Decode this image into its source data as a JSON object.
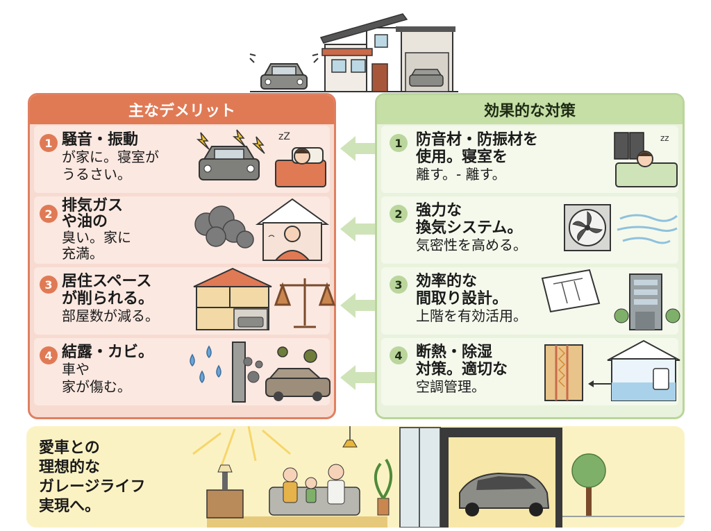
{
  "left_panel": {
    "title": "主なデメリット",
    "items": [
      {
        "num": "1",
        "line1": "騒音・振動",
        "line2": "が家に。寝室が",
        "line3": "うるさい。",
        "line4": ""
      },
      {
        "num": "2",
        "line1": "排気ガス",
        "line2": "や油の",
        "line3": "臭い。家に",
        "line4": "充満。"
      },
      {
        "num": "3",
        "line1": "居住スペース",
        "line2": "が削られる。",
        "line3": "部屋数が減る。",
        "line4": ""
      },
      {
        "num": "4",
        "line1": "結露・カビ。",
        "line2": "車や",
        "line3": "家が傷む。",
        "line4": ""
      }
    ]
  },
  "right_panel": {
    "title": "効果的な対策",
    "items": [
      {
        "num": "1",
        "line1": "防音材・防振材を",
        "line2": "使用。寝室を",
        "line3": "離す。- 離す。"
      },
      {
        "num": "2",
        "line1": "強力な",
        "line2": "換気システム。",
        "line3": "気密性を高める。"
      },
      {
        "num": "3",
        "line1": "効率的な",
        "line2": "間取り設計。",
        "line3": "上階を有効活用。"
      },
      {
        "num": "4",
        "line1": "断熱・除湿",
        "line2": "対策。適切な",
        "line3": "空調管理。"
      }
    ]
  },
  "bottom": {
    "lines": [
      "愛車との",
      "理想的な",
      "ガレージライフ",
      "実現へ。"
    ]
  },
  "colors": {
    "left_accent": "#e07a55",
    "right_accent": "#c5dfa6",
    "arrow": "#cfe3b8",
    "bottom_bg": "#fbf2c4"
  }
}
